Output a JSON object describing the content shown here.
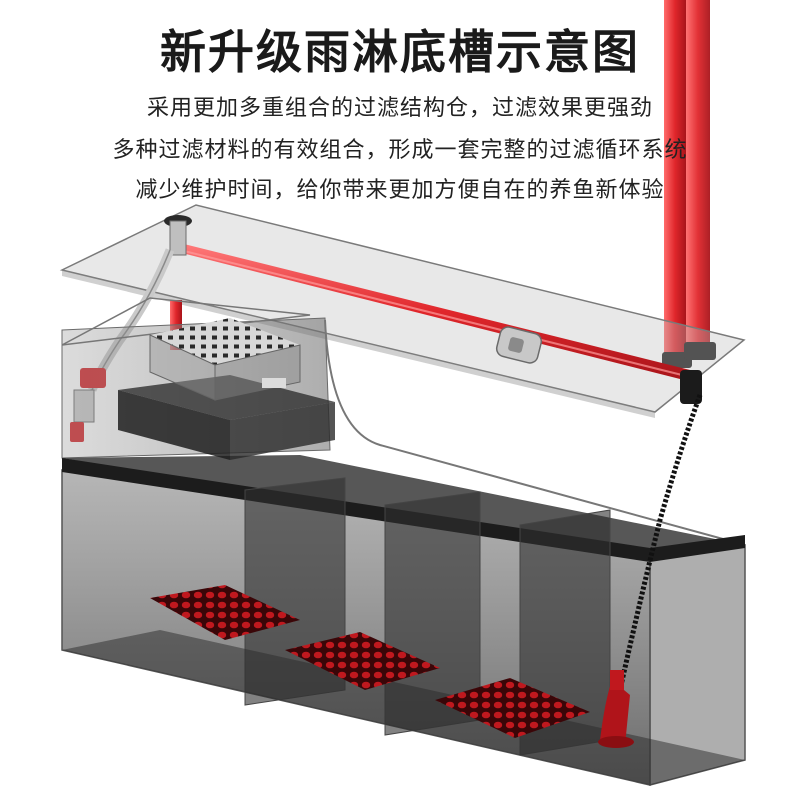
{
  "title": "新升级雨淋底槽示意图",
  "subtitle_lines": [
    "采用更加多重组合的过滤结构仓，过滤效果更强劲",
    "多种过滤材料的有效组合，形成一套完整的过滤循环系统",
    "减少维护时间，给你带来更加方便自在的养鱼新体验"
  ],
  "colors": {
    "pipe_red": "#e0262b",
    "glass": "#5a5a5a",
    "filter_mat": "#b0141a",
    "background": "#ffffff"
  }
}
